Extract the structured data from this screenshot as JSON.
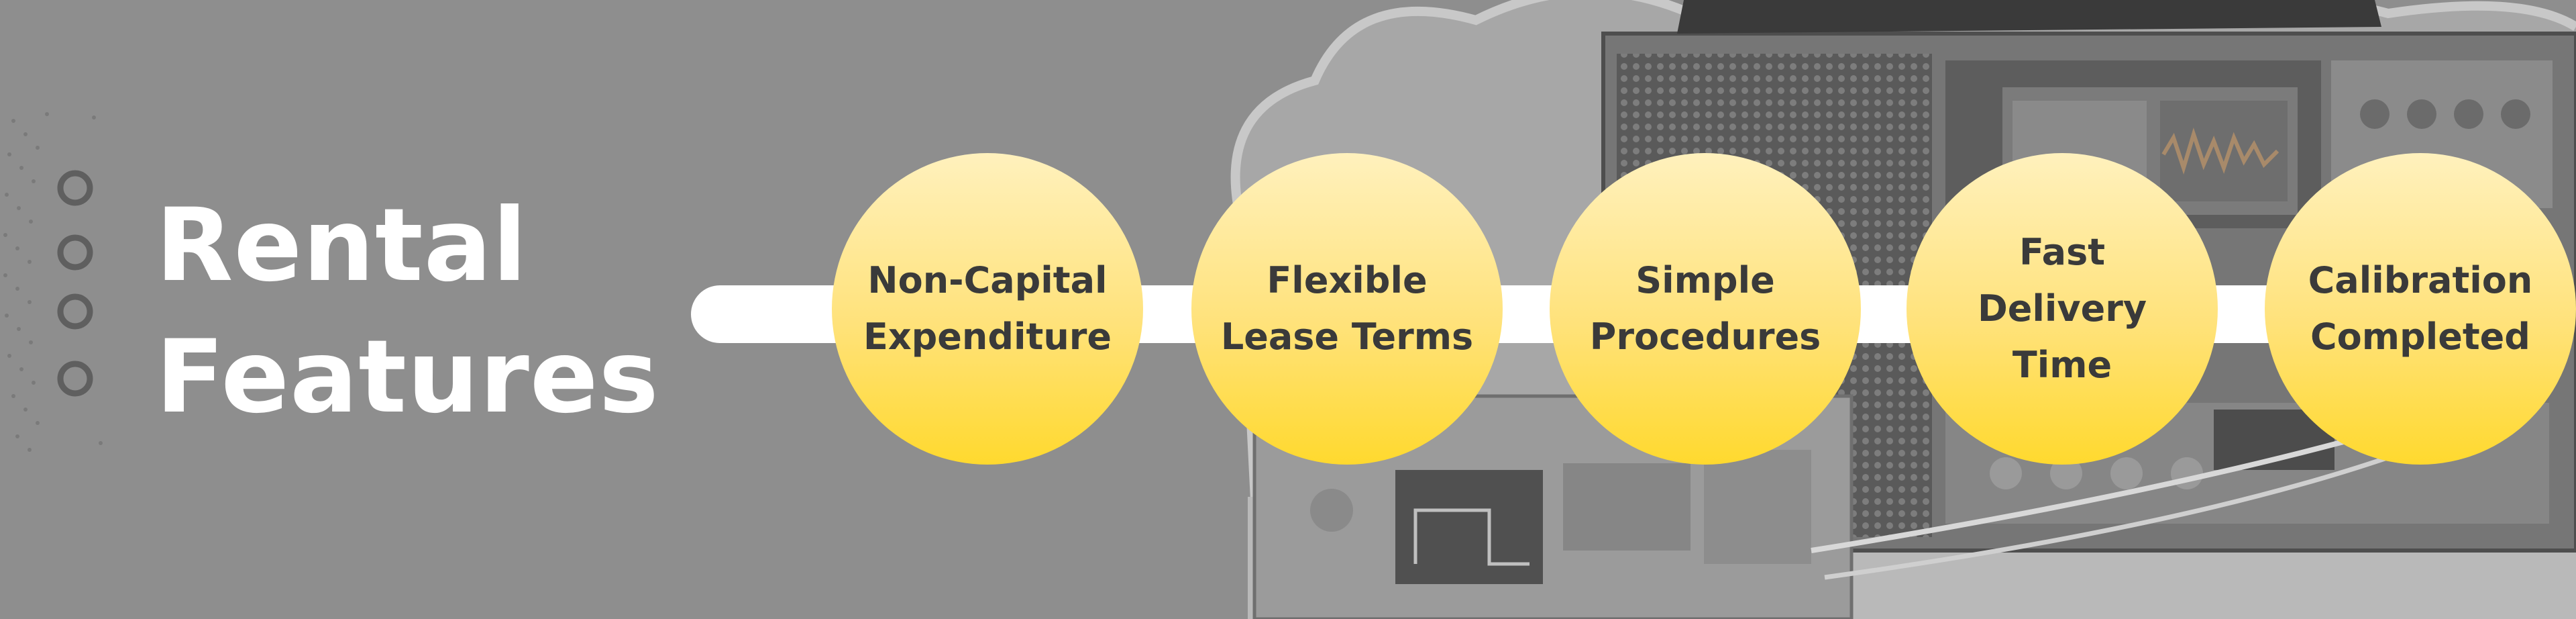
{
  "title": {
    "line1": "Rental",
    "line2": "Features"
  },
  "features": [
    {
      "label": "Non-Capital\nExpenditure"
    },
    {
      "label": "Flexible\nLease Terms"
    },
    {
      "label": "Simple\nProcedures"
    },
    {
      "label": "Fast\nDelivery\nTime"
    },
    {
      "label": "Calibration\nCompleted"
    }
  ],
  "colors": {
    "background": "#8e8e8e",
    "circle_accent": "#ffd92e",
    "text_dark": "#3a3a3a",
    "title_text": "#ffffff"
  }
}
